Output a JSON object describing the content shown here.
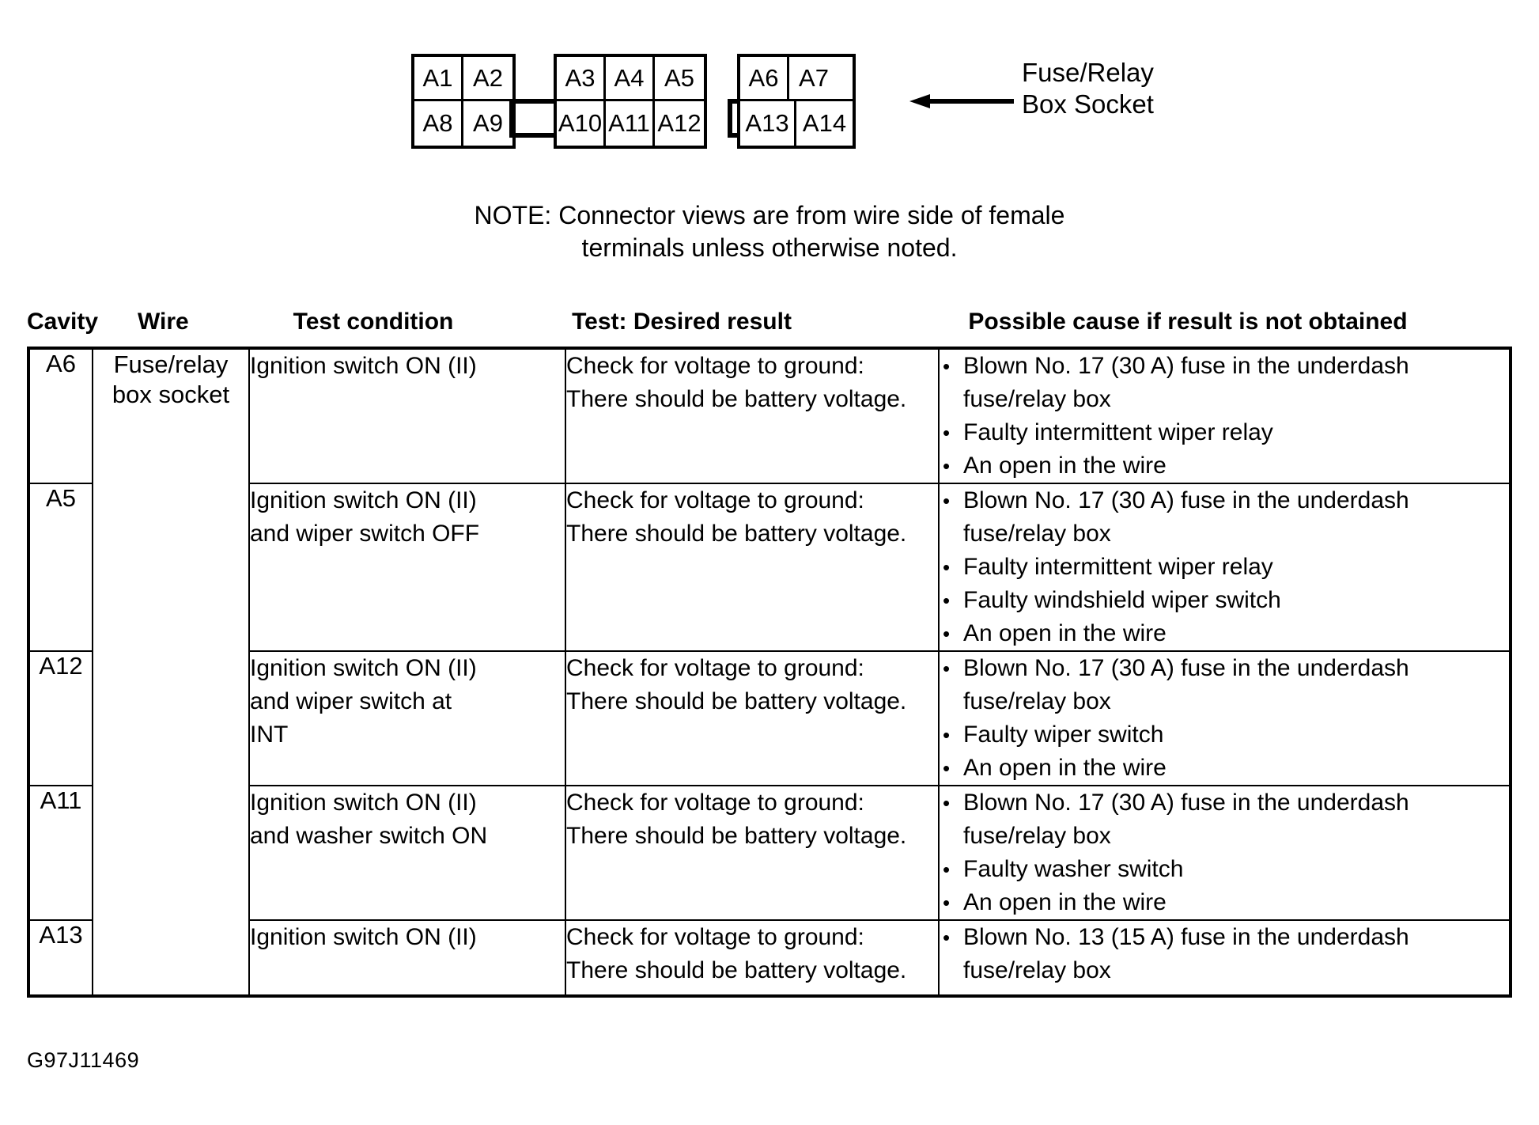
{
  "connector": {
    "label": "Fuse/Relay\nBox Socket",
    "groups": [
      {
        "top": [
          "A1",
          "A2"
        ],
        "bottom": [
          "A8",
          "A9"
        ]
      },
      {
        "top": [
          "A3",
          "A4",
          "A5"
        ],
        "bottom": [
          "A10",
          "A11",
          "A12"
        ]
      },
      {
        "top": [
          "A6",
          "A7"
        ],
        "bottom": [
          "A13",
          "A14"
        ]
      }
    ]
  },
  "note": {
    "line1": "NOTE: Connector views are from wire side of female",
    "line2": "terminals unless otherwise noted."
  },
  "table": {
    "headers": {
      "cavity": "Cavity",
      "wire": "Wire",
      "condition": "Test condition",
      "result": "Test: Desired result",
      "cause": "Possible cause if result is not obtained"
    },
    "wire_value": "Fuse/relay\nbox socket",
    "rows": [
      {
        "cavity": "A6",
        "condition_lines": [
          "Ignition switch ON (II)"
        ],
        "result_lines": [
          "Check for voltage to ground:",
          "There should be battery voltage."
        ],
        "causes": [
          "Blown No. 17 (30 A) fuse in the underdash fuse/relay box",
          "Faulty intermittent wiper relay",
          "An open in the wire"
        ]
      },
      {
        "cavity": "A5",
        "condition_lines": [
          "Ignition switch ON (II)",
          "and wiper switch OFF"
        ],
        "result_lines": [
          "Check for voltage to ground:",
          "There should be battery voltage."
        ],
        "causes": [
          "Blown No. 17 (30 A) fuse in the underdash fuse/relay box",
          "Faulty intermittent wiper relay",
          "Faulty windshield wiper switch",
          "An open in the wire"
        ]
      },
      {
        "cavity": "A12",
        "condition_lines": [
          "Ignition switch ON (II)",
          "and wiper switch at",
          "INT"
        ],
        "result_lines": [
          "Check for voltage to ground:",
          "There should be battery voltage."
        ],
        "causes": [
          "Blown No. 17 (30 A) fuse in the underdash fuse/relay box",
          "Faulty wiper switch",
          "An open in the wire"
        ]
      },
      {
        "cavity": "A11",
        "condition_lines": [
          "Ignition switch ON (II)",
          "and washer switch ON"
        ],
        "result_lines": [
          "Check for voltage to ground:",
          "There should be battery voltage."
        ],
        "causes": [
          "Blown No. 17 (30 A) fuse in the underdash fuse/relay box",
          "Faulty washer switch",
          "An open in the wire"
        ]
      },
      {
        "cavity": "A13",
        "condition_lines": [
          "Ignition switch ON (II)"
        ],
        "result_lines": [
          "Check for voltage to ground:",
          "There should be battery voltage."
        ],
        "causes": [
          "Blown No. 13 (15 A) fuse in the underdash fuse/relay box"
        ]
      }
    ]
  },
  "footer": {
    "code": "G97J11469"
  }
}
